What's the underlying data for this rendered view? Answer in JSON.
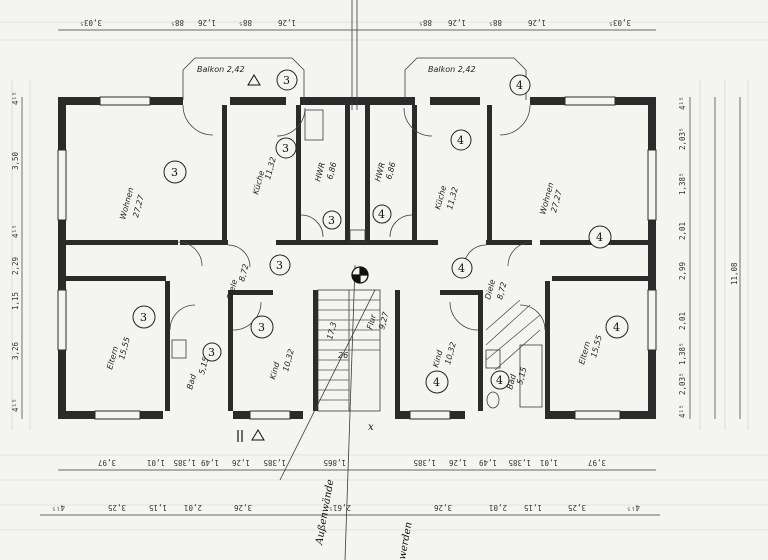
{
  "rooms": {
    "balkon_left": {
      "name": "Balkon",
      "area": "2,42",
      "unit": "3"
    },
    "balkon_right": {
      "name": "Balkon",
      "area": "2,42",
      "unit": "4"
    },
    "wohnen_left": {
      "name": "Wohnen",
      "area": "27,27",
      "unit": "3"
    },
    "wohnen_right": {
      "name": "Wohnen",
      "area": "27,27",
      "unit": "4"
    },
    "kueche_left": {
      "name": "Küche",
      "area": "11,32",
      "unit": "3"
    },
    "kueche_right": {
      "name": "Küche",
      "area": "11,32",
      "unit": "4"
    },
    "hwr_left": {
      "name": "HWR",
      "area": "6,86",
      "unit": "3"
    },
    "hwr_right": {
      "name": "HWR",
      "area": "6,86",
      "unit": "4"
    },
    "diele_left": {
      "name": "Diele",
      "area": "8,72",
      "unit": "3"
    },
    "diele_right": {
      "name": "Diele",
      "area": "8,72",
      "unit": "4"
    },
    "eltern_left": {
      "name": "Eltern",
      "area": "15,55",
      "unit": "3"
    },
    "eltern_right": {
      "name": "Eltern",
      "area": "15,55",
      "unit": "4"
    },
    "bad_left": {
      "name": "Bad",
      "area": "5,15",
      "unit": "3"
    },
    "bad_right": {
      "name": "Bad",
      "area": "5,15",
      "unit": "4"
    },
    "kind_left": {
      "name": "Kind",
      "area": "10,32",
      "unit": "3"
    },
    "kind_right": {
      "name": "Kind",
      "area": "10,32",
      "unit": "4"
    },
    "flur": {
      "name": "Flur",
      "area": "9,27"
    },
    "stair_steps": "26",
    "stair_rise": "17,3"
  },
  "dims_top": [
    "3,03⁵",
    "88⁵",
    "1,26",
    "88⁵",
    "1,26",
    "88⁵",
    "1,26",
    "88⁵",
    "1,26",
    "3,03⁵"
  ],
  "dims_right": [
    "4¹⁵",
    "2,03⁵",
    "1,38⁵",
    "2,01",
    "2,99",
    "2,01",
    "1,38⁵",
    "2,03⁵",
    "4¹⁵"
  ],
  "dims_right_total": "11,08",
  "dims_left": [
    "4¹⁵",
    "3,50",
    "4¹⁵",
    "2,29",
    "1,15",
    "3,26",
    "4¹⁵"
  ],
  "dims_bottom_1": [
    "3,97",
    "1,01",
    "1,385",
    "1,49",
    "1,26",
    "1,385",
    "1,865",
    "1,385",
    "1,26",
    "1,49",
    "1,385",
    "1,01",
    "3,97"
  ],
  "dims_bottom_2": [
    "4¹⁵",
    "3,25",
    "1,15",
    "2,01",
    "3,26",
    "2,61⁵",
    "3,26",
    "2,01",
    "1,15",
    "3,25",
    "4¹⁵"
  ],
  "handwriting": [
    "Außenwände",
    "werden",
    "x"
  ]
}
